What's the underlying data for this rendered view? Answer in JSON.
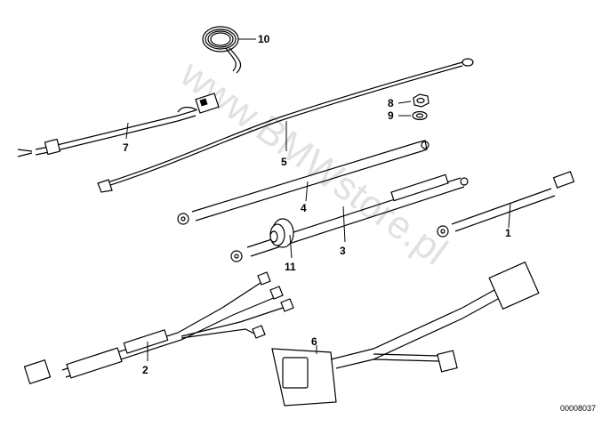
{
  "diagram": {
    "watermark": "www.BMWstore.pl",
    "image_code": "00008037",
    "callouts": {
      "c1": "1",
      "c2": "2",
      "c3": "3",
      "c4": "4",
      "c5": "5",
      "c6": "6",
      "c7": "7",
      "c8": "8",
      "c9": "9",
      "c10": "10",
      "c11": "11"
    }
  }
}
